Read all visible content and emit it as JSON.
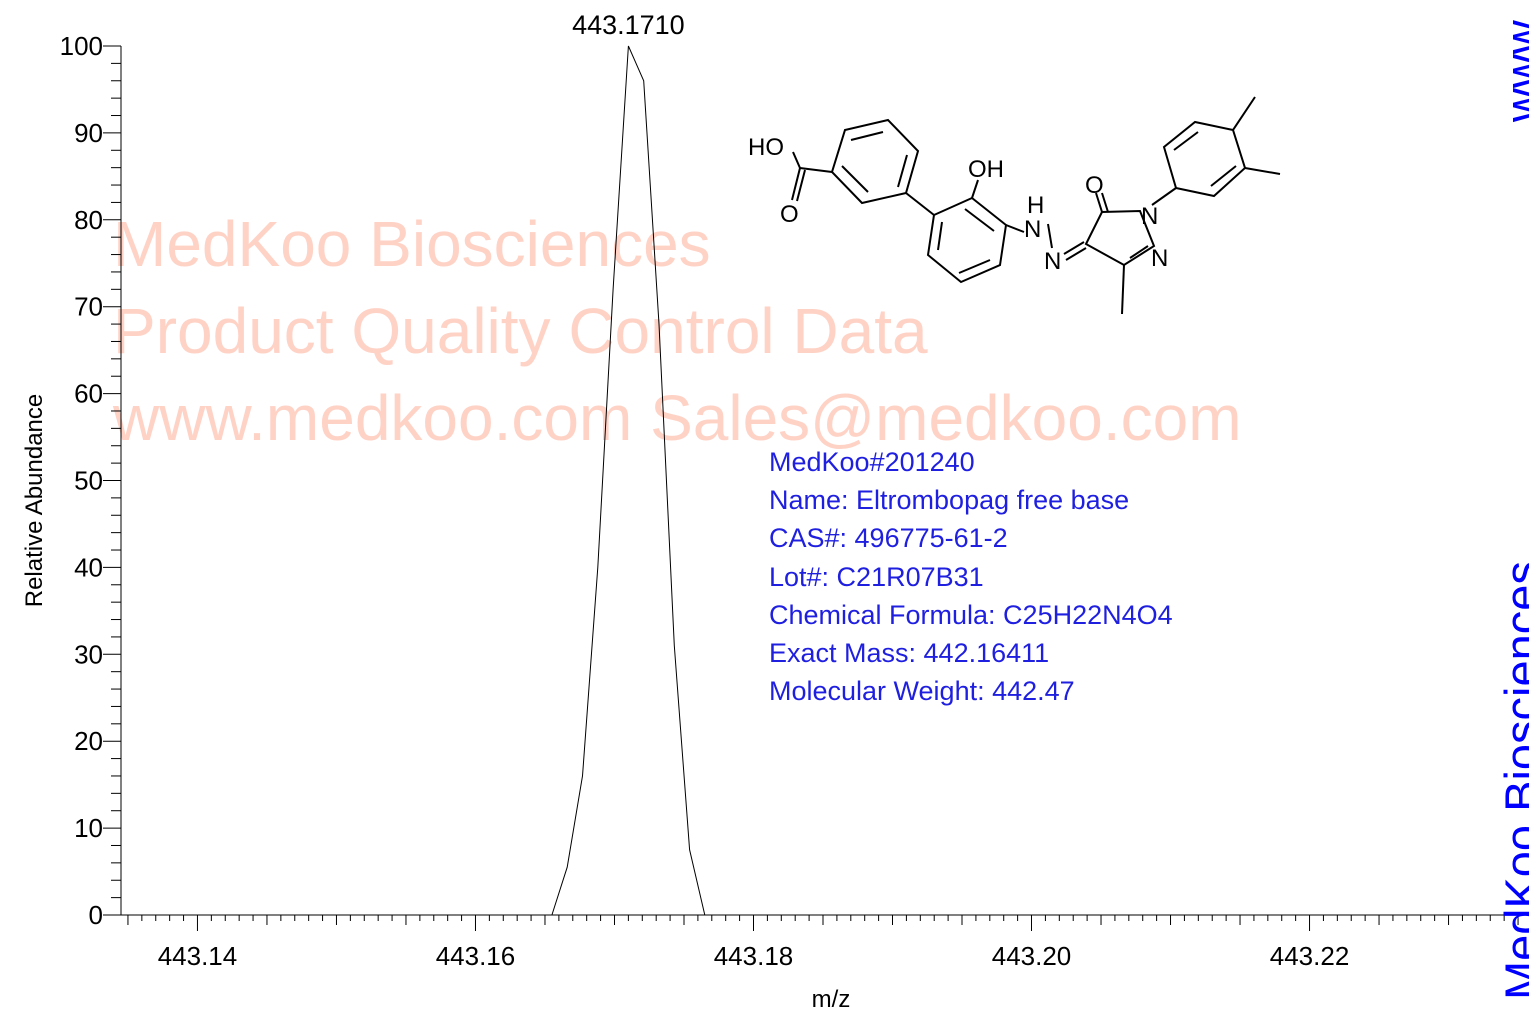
{
  "watermark": {
    "line1": "MedKoo Biosciences",
    "line2": "Product Quality Control Data",
    "line3": "www.medkoo.com    Sales@medkoo.com",
    "color": "#ffd2c6"
  },
  "side_text": {
    "lower": "MedKoo Biosciences",
    "upper": "www",
    "color": "#0000ff"
  },
  "info": {
    "catalog": "MedKoo#201240",
    "name": "Name: Eltrombopag free base",
    "cas": "CAS#: 496775-61-2",
    "lot": "Lot#: C21R07B31",
    "formula": "Chemical Formula: C25H22N4O4",
    "exact_mass": "Exact Mass: 442.16411",
    "mw": "Molecular Weight: 442.47",
    "color": "#1f1fe0"
  },
  "structure": {
    "labels": [
      "HO",
      "O",
      "OH",
      "H",
      "N",
      "N",
      "O",
      "N",
      "N"
    ]
  },
  "chart_data": {
    "type": "line",
    "xlabel": "m/z",
    "ylabel": "Relative Abundance",
    "xlim": [
      443.1345,
      443.2355
    ],
    "ylim": [
      0,
      100
    ],
    "x_ticks": [
      443.14,
      443.16,
      443.18,
      443.2,
      443.22
    ],
    "x_tick_labels": [
      "443.14",
      "443.16",
      "443.18",
      "443.20",
      "443.22"
    ],
    "y_ticks": [
      0,
      10,
      20,
      30,
      40,
      50,
      60,
      70,
      80,
      90,
      100
    ],
    "series": [
      {
        "x": [
          443.1345,
          443.1655,
          443.1666,
          443.1677,
          443.1688,
          443.1699,
          443.171,
          443.1721,
          443.1732,
          443.1743,
          443.1754,
          443.1765,
          443.2355
        ],
        "y": [
          0,
          0,
          5.5,
          16,
          40,
          72,
          100,
          96,
          68,
          31,
          7.5,
          0,
          0
        ]
      }
    ],
    "annotations": [
      {
        "text": "443.1710",
        "x": 443.171,
        "y": 100
      }
    ],
    "grid": false,
    "line_color": "#000000"
  }
}
